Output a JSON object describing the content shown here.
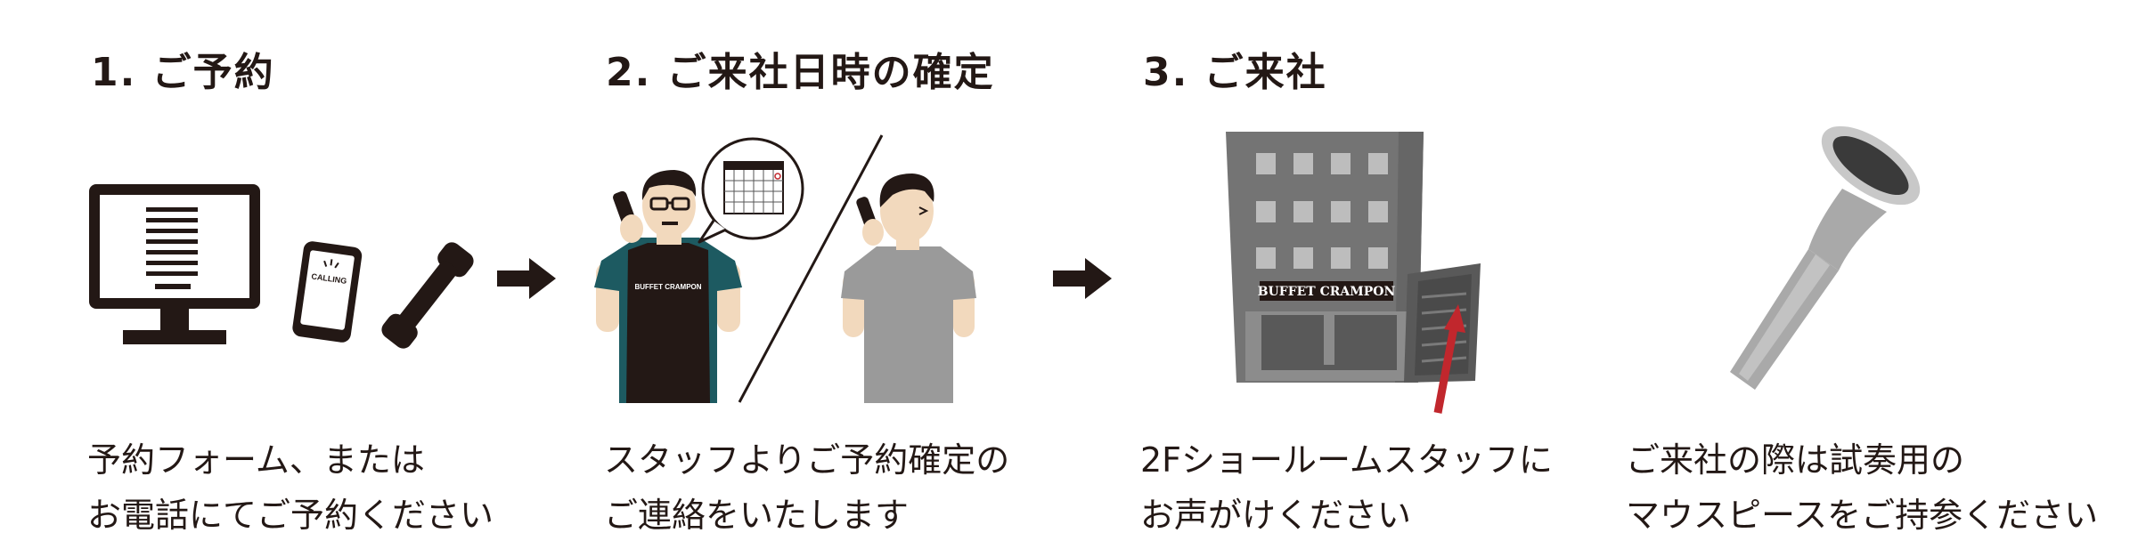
{
  "steps": [
    {
      "title": "1. ご予約",
      "caption": [
        "予約フォーム、または",
        "お電話にてご予約ください"
      ]
    },
    {
      "title": "2. ご来社日時の確定",
      "caption": [
        "スタッフよりご予約確定の",
        "ご連絡をいたします"
      ]
    },
    {
      "title": "3. ご来社",
      "caption": [
        "2Fショールームスタッフに",
        "お声がけください"
      ]
    },
    {
      "caption": [
        "ご来社の際は試奏用の",
        "マウスピースをご持参ください"
      ]
    }
  ],
  "phone_screen_text": "CALLING",
  "staff_apron_text": "BUFFET CRAMPON",
  "building_sign_text": "BUFFET CRAMPON",
  "icons": [
    "monitor-icon",
    "smartphone-icon",
    "telephone-handset-icon",
    "arrow-right-icon",
    "staff-person",
    "customer-person",
    "calendar-icon",
    "building-icon",
    "mouthpiece-icon"
  ],
  "colors": {
    "ink": "#231815",
    "skin": "#f2d9bd",
    "teal": "#1d5a61",
    "gray_shirt": "#9a9a9a",
    "building_front": "#747474",
    "building_side": "#595959",
    "window": "#bdbdbd",
    "red_arrow": "#c1272d",
    "mouthpiece": "#a9a9a9"
  }
}
